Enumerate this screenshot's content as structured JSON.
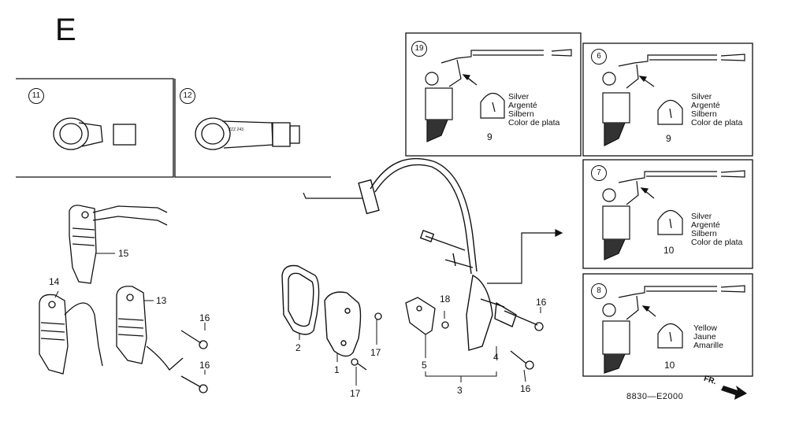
{
  "section_letter": "E",
  "boxes": {
    "b11": {
      "ref": "11"
    },
    "b12": {
      "ref": "12",
      "plug_text": "ZZZ 243"
    },
    "b19": {
      "ref": "19",
      "color_lines": [
        "Silver",
        "Argenté",
        "Silbern",
        "Color de plata"
      ],
      "part": "9"
    },
    "b6": {
      "ref": "6",
      "color_lines": [
        "Silver",
        "Argenté",
        "Silbern",
        "Color de plata"
      ],
      "part": "9"
    },
    "b7": {
      "ref": "7",
      "color_lines": [
        "Silver",
        "Argenté",
        "Silbern",
        "Color de plata"
      ],
      "part": "10"
    },
    "b8": {
      "ref": "8",
      "color_lines": [
        "Yellow",
        "Jaune",
        "Amarille"
      ],
      "part": "10"
    }
  },
  "callouts": {
    "c15": "15",
    "c14": "14",
    "c13": "13",
    "c16a": "16",
    "c16b": "16",
    "c2": "2",
    "c1": "1",
    "c17a": "17",
    "c17b": "17",
    "c18": "18",
    "c5": "5",
    "c4": "4",
    "c3": "3",
    "c16c": "16",
    "c16d": "16"
  },
  "diagram_code": "8830—E2000",
  "fr_label": "FR."
}
